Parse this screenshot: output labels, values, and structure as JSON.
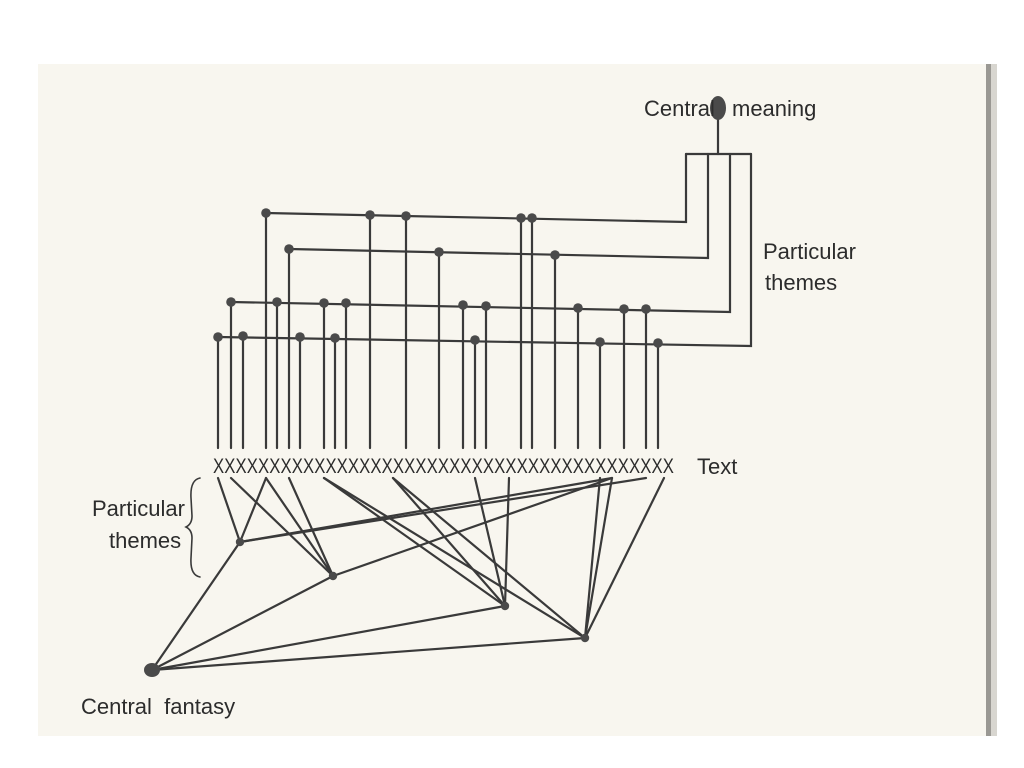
{
  "labels": {
    "central_meaning_left": "Central",
    "central_meaning_right": "meaning",
    "particular_themes_top_line1": "Particular",
    "particular_themes_top_line2": "themes",
    "text_label": "Text",
    "x_row": "XXXXXXXXXXXXXXXXXXXXXXXXXXXXXXXXXXXXXXXXX",
    "particular_themes_bottom_line1": "Particular",
    "particular_themes_bottom_line2": "themes",
    "central_fantasy": "Central  fantasy"
  },
  "colors": {
    "ink": "#3a3a3a",
    "paper": "#f8f6ef"
  }
}
